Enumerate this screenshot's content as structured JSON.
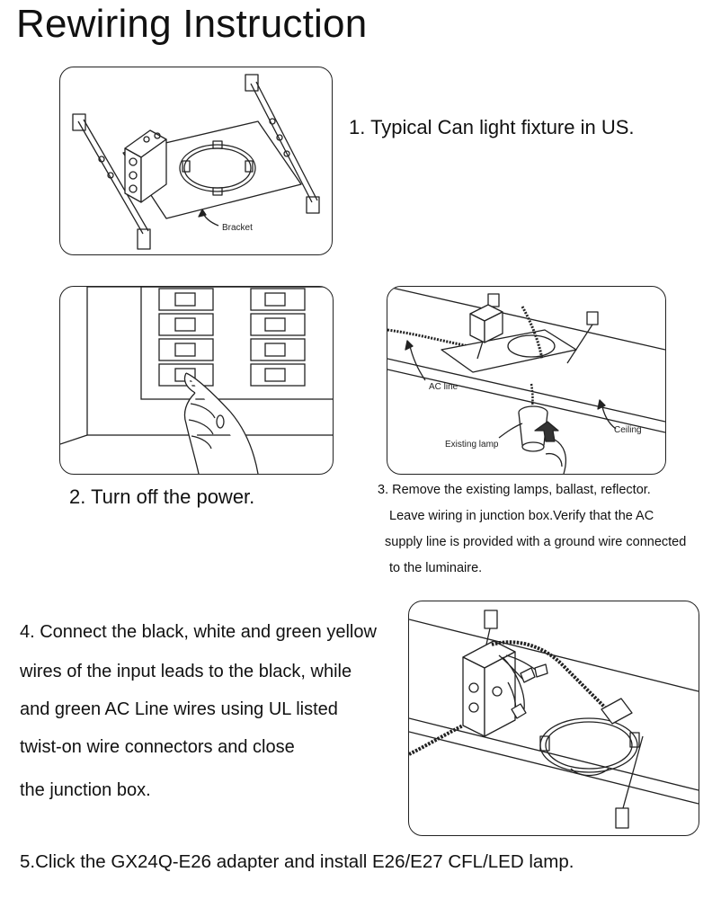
{
  "title": "Rewiring Instruction",
  "step1": {
    "text": "1. Typical Can light fixture in US.",
    "callout": "Bracket"
  },
  "step2": {
    "text": "2. Turn off the power."
  },
  "step3": {
    "lines": [
      "3. Remove the existing lamps, ballast, reflector.",
      "Leave wiring in junction box.Verify that the AC",
      "supply line is provided with a ground wire connected",
      "to the luminaire."
    ],
    "callouts": {
      "ac_line": "AC line",
      "ceiling": "Ceiling",
      "existing_lamp": "Existing lamp"
    }
  },
  "step4": {
    "lines": [
      "4. Connect the black, white and green yellow",
      "wires of the input leads to the black, while",
      "and green AC Line wires using UL listed",
      "twist-on wire connectors and close",
      "the junction box."
    ]
  },
  "step5": {
    "text": "5.Click the GX24Q-E26 adapter and install E26/E27 CFL/LED lamp."
  }
}
